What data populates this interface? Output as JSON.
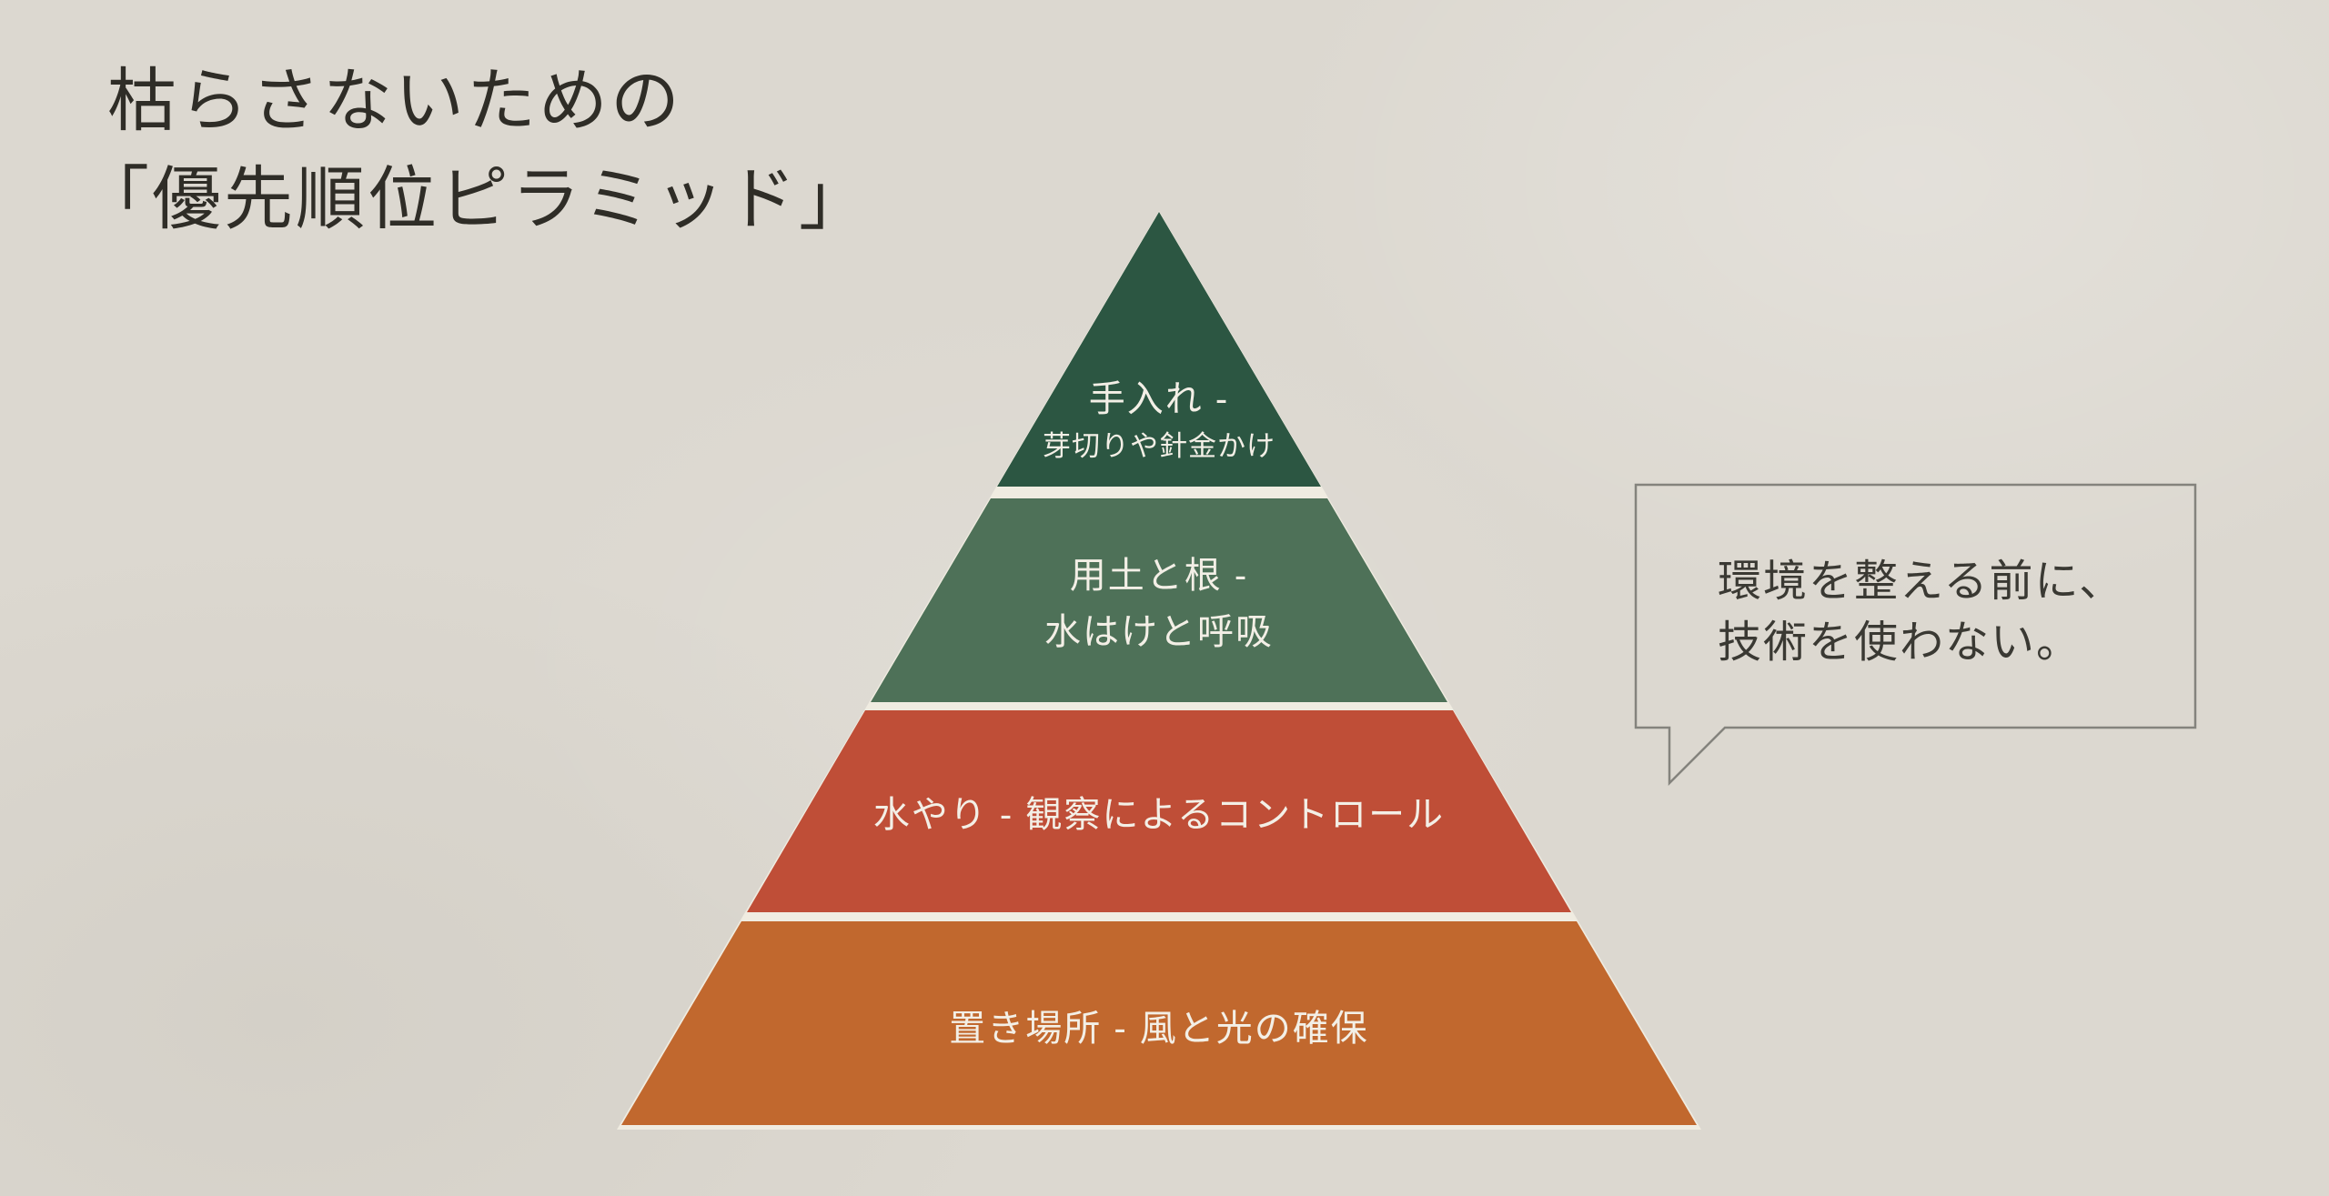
{
  "slide": {
    "background_color": "#dcd8d0"
  },
  "title": {
    "line1": "枯らさないための",
    "line2": "「優先順位ピラミッド」",
    "color": "#2f2d27"
  },
  "pyramid": {
    "label_color": "#f3efe6",
    "divider_color": "#f0ece1",
    "levels": [
      {
        "color": "#2c5642",
        "lines": [
          "手入れ -",
          "芽切りや針金かけ"
        ]
      },
      {
        "color": "#4e7158",
        "lines": [
          "用土と根 -",
          "水はけと呼吸"
        ]
      },
      {
        "color": "#bf4e37",
        "lines": [
          "水やり - 観察によるコントロール"
        ]
      },
      {
        "color": "#c1682e",
        "lines": [
          "置き場所 - 風と光の確保"
        ]
      }
    ]
  },
  "callout": {
    "line1": "環境を整える前に、",
    "line2": "技術を使わない。",
    "border_color": "#84837d",
    "text_color": "#3a3933"
  }
}
